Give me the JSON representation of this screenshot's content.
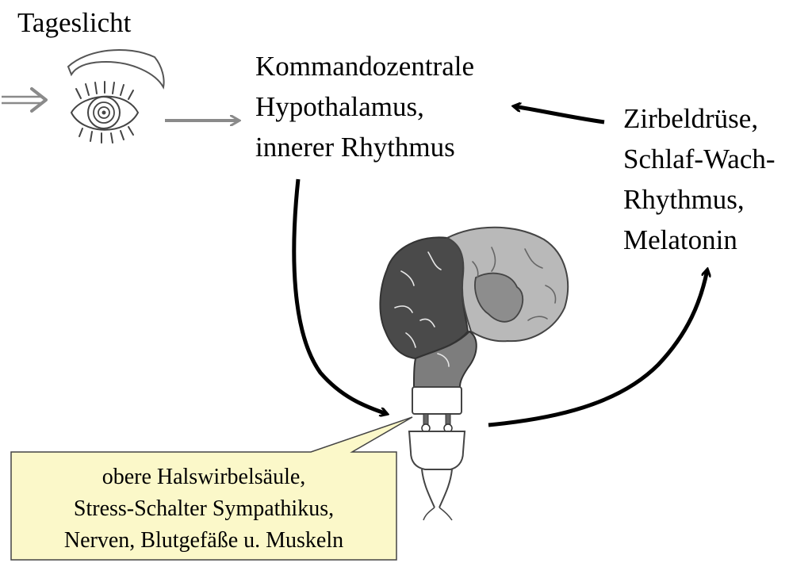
{
  "labels": {
    "daylight": "Tageslicht",
    "command_center": [
      "Kommandozentrale",
      "Hypothalamus,",
      "innerer Rhythmus"
    ],
    "pineal_gland": [
      "Zirbeldrüse,",
      "Schlaf-Wach-",
      "Rhythmus,",
      "Melatonin"
    ],
    "callout": [
      "obere Halswirbelsäule,",
      "Stress-Schalter Sympathikus,",
      "Nerven, Blutgefäße u. Muskeln"
    ]
  },
  "colors": {
    "callout_fill": "#fbf8c9",
    "arrow_light": "#8a8a8a",
    "arrow_dark": "#000000",
    "brain_dark": "#4a4a4a",
    "brain_mid": "#7d7d7d",
    "brain_light": "#b9b9b9"
  },
  "icons": {
    "eye": "eye-icon",
    "brain": "brain-icon",
    "spine": "cervical-spine-icon"
  }
}
